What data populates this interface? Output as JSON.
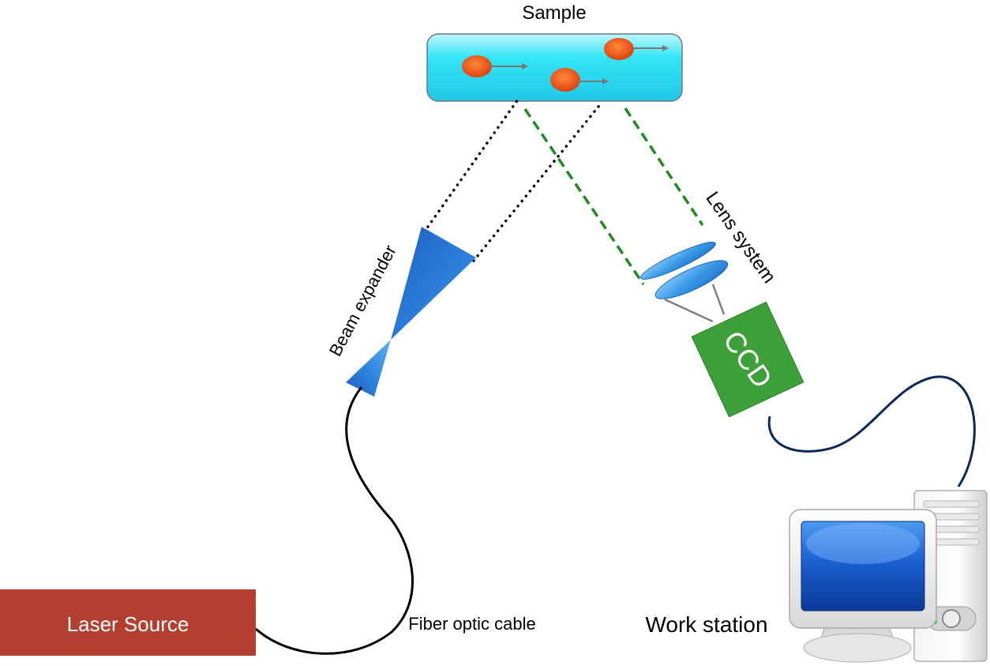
{
  "labels": {
    "sample": "Sample",
    "lens_system": "Lens system",
    "beam_expander": "Beam expander",
    "ccd": "CCD",
    "laser_source": "Laser Source",
    "fiber_optic_cable": "Fiber optic cable",
    "work_station": "Work station"
  },
  "colors": {
    "sample_fill": "#33e6f6",
    "particle": "#f04a12",
    "beam_expander": "#2470cf",
    "lens": "#3d9be8",
    "ccd": "#3ea03a",
    "laser_source": "#b23b2b",
    "scattered_light": "#1f8a1f",
    "illumination": "#000000",
    "ccd_cable": "#0c2a55",
    "monitor_screen": "#1a5fd0"
  },
  "icons": [
    "sample-particle-icon",
    "arrow-icon",
    "computer-tower-icon",
    "monitor-icon"
  ]
}
